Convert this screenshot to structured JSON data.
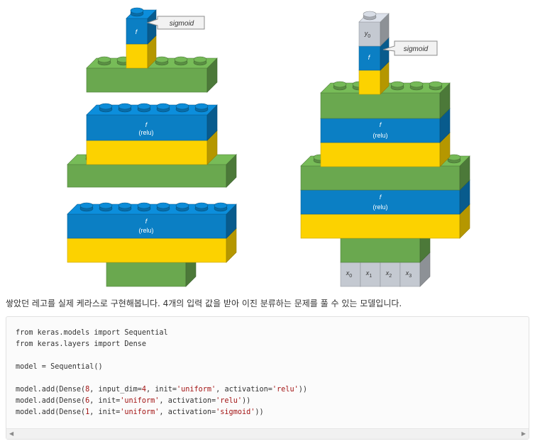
{
  "left_diagram": {
    "callout": "sigmoid",
    "output_f": "f",
    "hidden_f1": "f",
    "hidden_relu1": "(relu)",
    "hidden_f2": "f",
    "hidden_relu2": "(relu)"
  },
  "right_diagram": {
    "output_y": "y",
    "output_y_sub": "0",
    "output_f": "f",
    "callout": "sigmoid",
    "hidden_f1": "f",
    "hidden_relu1": "(relu)",
    "hidden_f2": "f",
    "hidden_relu2": "(relu)",
    "inputs": [
      {
        "var": "x",
        "sub": "0"
      },
      {
        "var": "x",
        "sub": "1"
      },
      {
        "var": "x",
        "sub": "2"
      },
      {
        "var": "x",
        "sub": "3"
      }
    ]
  },
  "caption": "쌓았던 레고를 실제 케라스로 구현해봅니다. 4개의 입력 값을 받아 이진 분류하는 문제를 풀 수 있는 모델입니다.",
  "code": {
    "lines": [
      [
        {
          "t": "from keras.models import Sequential"
        }
      ],
      [
        {
          "t": "from keras.layers import Dense"
        }
      ],
      [],
      [
        {
          "t": "model = Sequential()"
        }
      ],
      [],
      [
        {
          "t": "model.add(Dense("
        },
        {
          "t": "8",
          "c": "num"
        },
        {
          "t": ", input_dim="
        },
        {
          "t": "4",
          "c": "num"
        },
        {
          "t": ", init="
        },
        {
          "t": "'uniform'",
          "c": "str"
        },
        {
          "t": ", activation="
        },
        {
          "t": "'relu'",
          "c": "str"
        },
        {
          "t": "))"
        }
      ],
      [
        {
          "t": "model.add(Dense("
        },
        {
          "t": "6",
          "c": "num"
        },
        {
          "t": ", init="
        },
        {
          "t": "'uniform'",
          "c": "str"
        },
        {
          "t": ", activation="
        },
        {
          "t": "'relu'",
          "c": "str"
        },
        {
          "t": "))"
        }
      ],
      [
        {
          "t": "model.add(Dense("
        },
        {
          "t": "1",
          "c": "num"
        },
        {
          "t": ", init="
        },
        {
          "t": "'uniform'",
          "c": "str"
        },
        {
          "t": ", activation="
        },
        {
          "t": "'sigmoid'",
          "c": "str"
        },
        {
          "t": "))"
        }
      ]
    ]
  },
  "colors": {
    "green": "#6aa84f",
    "blue": "#0b7fc4",
    "yellow": "#fcd200",
    "gray": "#c4c9d1",
    "string": "#a31515"
  }
}
